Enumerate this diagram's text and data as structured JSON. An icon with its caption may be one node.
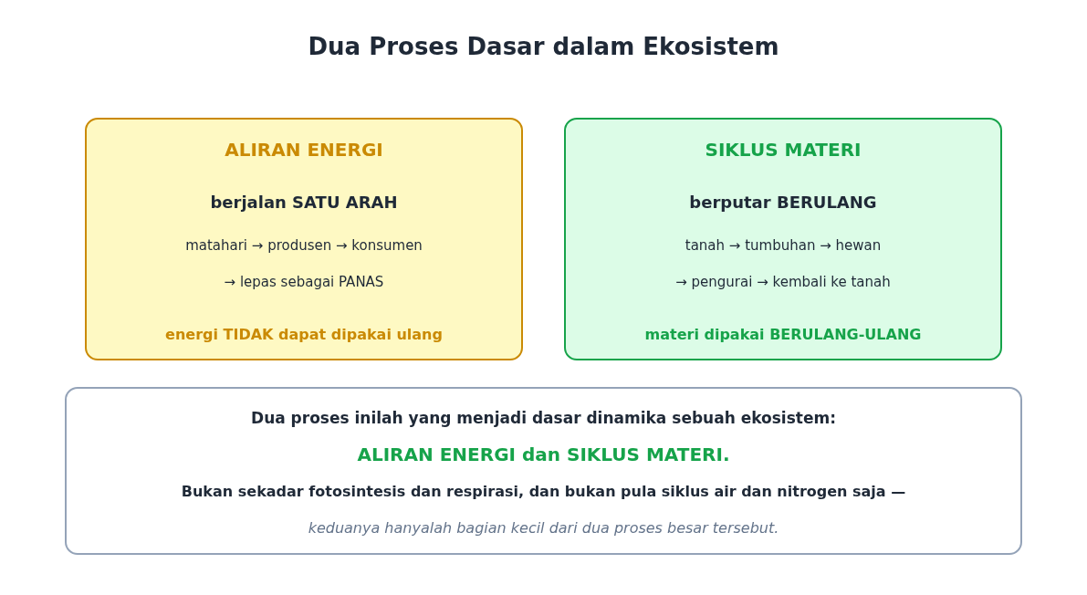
{
  "diagram": {
    "title": "Dua Proses Dasar dalam Ekosistem",
    "nodes": [
      {
        "text": [
          "ALIRAN ENERGI",
          "berjalan SATU ARAH",
          "matahari → produsen → konsumen",
          "→ lepas sebagai PANAS",
          "energi TIDAK dapat dipakai ulang"
        ]
      },
      {
        "text": [
          "SIKLUS MATERI",
          "berputar BERULANG",
          "tanah → tumbuhan → hewan",
          "→ pengurai → kembali ke tanah",
          "materi dipakai BERULANG-ULANG"
        ]
      },
      {
        "text": [
          "Dua proses inilah yang menjadi dasar dinamika sebuah ekosistem:",
          "ALIRAN ENERGI dan SIKLUS MATERI.",
          "Bukan sekadar fotosintesis dan respirasi, dan bukan pula siklus air dan nitrogen saja —",
          "keduanya hanyalah bagian kecil dari dua proses besar tersebut."
        ]
      }
    ]
  }
}
